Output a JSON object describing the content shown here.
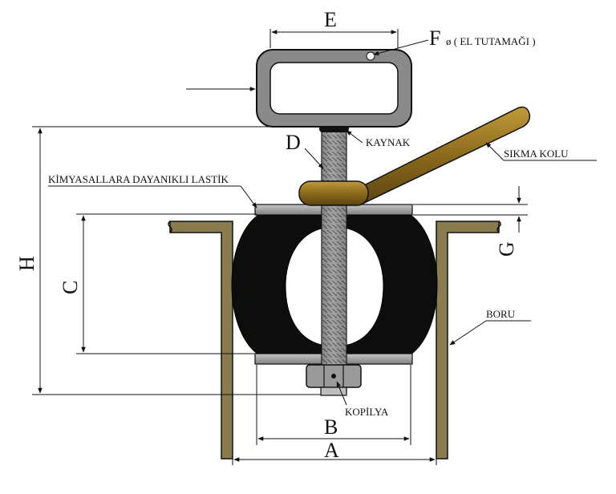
{
  "diagram": {
    "dimensions": {
      "A": "A",
      "B": "B",
      "C": "C",
      "D": "D",
      "E": "E",
      "F": "F",
      "G": "G",
      "H": "H"
    },
    "labels": {
      "handle": "ø ( EL TUTAMAĞI )",
      "weld": "KAYNAK",
      "lever": "SIKMA KOLU",
      "rubber": "KİMYASALLARA DAYANIKLI LASTİK",
      "pipe": "BORU",
      "cotter_pin": "KOPİLYA"
    },
    "colors": {
      "pipe_wall": "#8a7c4e",
      "lever": "#8b6a1c",
      "rubber": "#0d0d0d",
      "plate": "#9a9a9a",
      "rod": "#7a7a7a",
      "handle": "#8a8a8a"
    }
  }
}
